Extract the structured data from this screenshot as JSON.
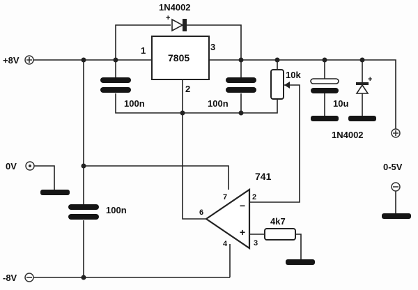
{
  "terminals": {
    "plus8": "+8V",
    "zero": "0V",
    "minus8": "-8V",
    "output": "0-5V"
  },
  "regulator": {
    "name": "7805",
    "pin1": "1",
    "pin2": "2",
    "pin3": "3"
  },
  "opamp": {
    "name": "741",
    "pin2": "2",
    "pin3": "3",
    "pin4": "4",
    "pin6": "6",
    "pin7": "7",
    "minus": "−",
    "plus": "+"
  },
  "components": {
    "diode_top": "1N4002",
    "diode_right": "1N4002",
    "cap_in": "100n",
    "cap_out": "100n",
    "cap_supply": "100n",
    "pot": "10k",
    "cap_elec": "10u",
    "resistor": "4k7",
    "polarity_plus": "+",
    "polarity_minus": "−"
  }
}
